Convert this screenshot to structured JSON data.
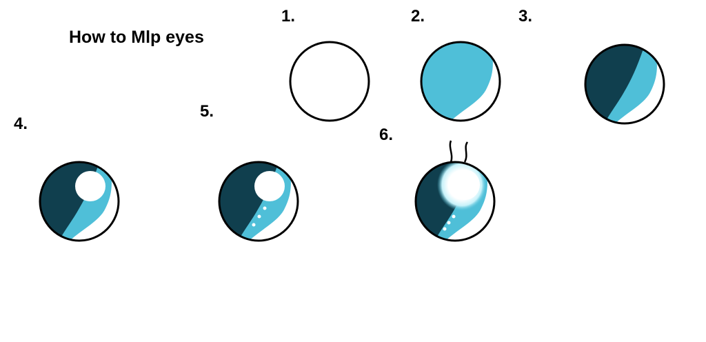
{
  "title": "How to Mlp eyes",
  "steps": [
    {
      "label": "1."
    },
    {
      "label": "2."
    },
    {
      "label": "3."
    },
    {
      "label": "4."
    },
    {
      "label": "5."
    },
    {
      "label": "6."
    }
  ],
  "colors": {
    "outline": "#000000",
    "iris_light": "#4fbfd8",
    "iris_dark": "#103f4e",
    "highlight": "#ffffff"
  }
}
